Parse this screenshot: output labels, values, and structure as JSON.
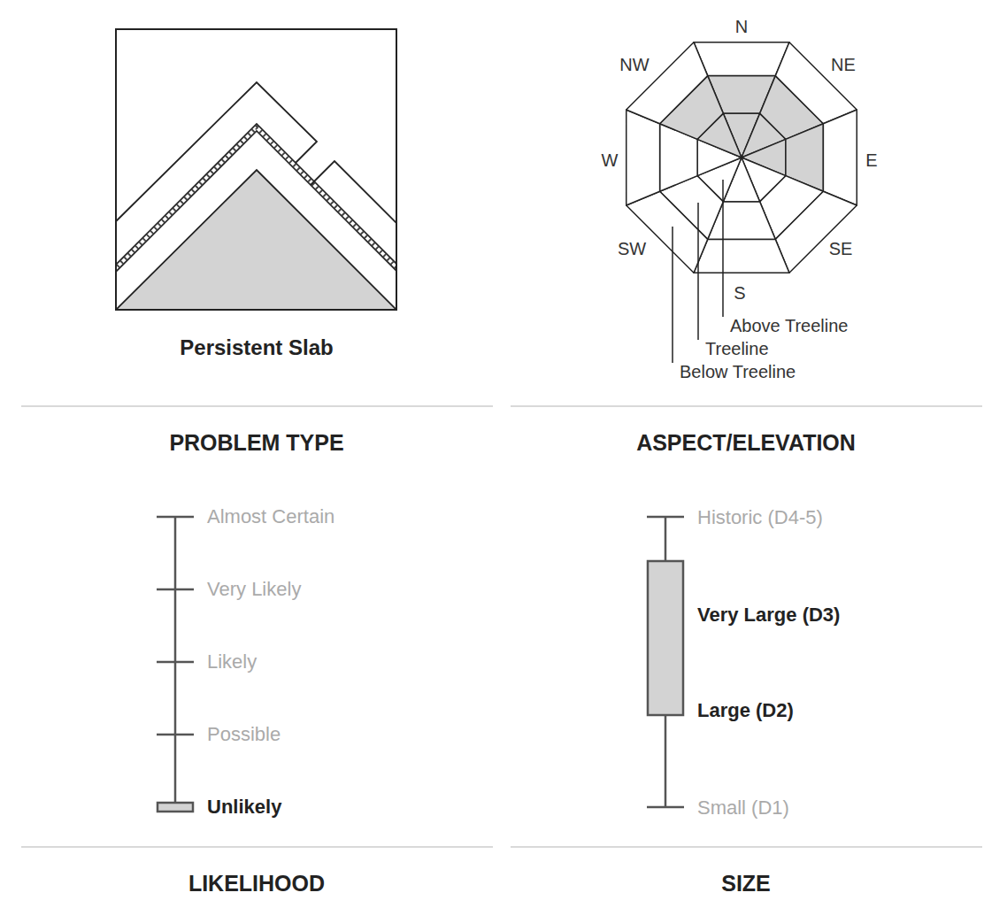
{
  "diagram": {
    "labels": [
      "Persistent Slab",
      "PROBLEM TYPE",
      "N",
      "NE",
      "E",
      "SE",
      "S",
      "SW",
      "W",
      "NW",
      "Above Treeline",
      "Treeline",
      "Below Treeline",
      "ASPECT/ELEVATION",
      "Almost Certain",
      "Very Likely",
      "Likely",
      "Possible",
      "Unlikely",
      "LIKELIHOOD",
      "Historic (D4-5)",
      "Very Large (D3)",
      "Large (D2)",
      "Small (D1)",
      "SIZE"
    ]
  }
}
